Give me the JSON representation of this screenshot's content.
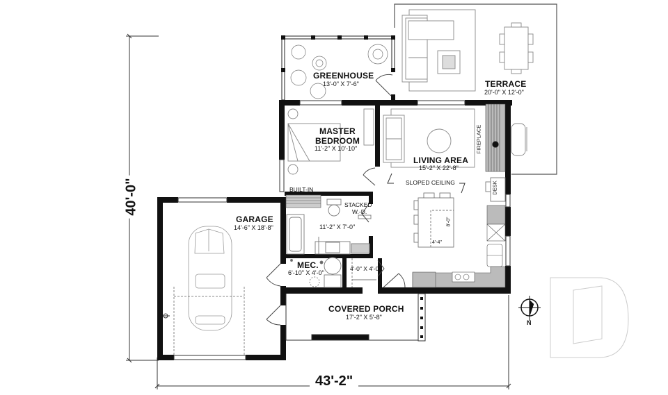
{
  "plan": {
    "overall_width": "43'-2\"",
    "overall_depth": "40'-0\"",
    "compass_label": "N"
  },
  "rooms": {
    "greenhouse": {
      "name": "GREENHOUSE",
      "dim": "13'-0\" X 7'-6\""
    },
    "terrace": {
      "name": "TERRACE",
      "dim": "20'-0\" X 12'-0\""
    },
    "master_bedroom": {
      "name_line1": "MASTER",
      "name_line2": "BEDROOM",
      "dim": "11'-2\" X 10'-10\""
    },
    "living_area": {
      "name": "LIVING AREA",
      "dim": "15'-2\" X 22'-8\""
    },
    "garage": {
      "name": "GARAGE",
      "dim": "14'-6\" X 18'-8\""
    },
    "bathroom": {
      "dim": "11'-2\" X 7'-0\""
    },
    "mec": {
      "name": "MEC.",
      "dim": "6'-10\" X 4'-0\""
    },
    "closet": {
      "dim": "4'-0\" X 4'-0\""
    },
    "covered_porch": {
      "name": "COVERED PORCH",
      "dim": "17'-2\" X 5'-8\""
    }
  },
  "labels": {
    "built_in": "BUILT-IN",
    "stacked_wd_line1": "STACKED",
    "stacked_wd_line2": "W.-D.",
    "sloped_ceiling": "SLOPED CEILING",
    "fireplace": "FIREPLACE",
    "desk": "DESK",
    "island_depth": "8'-0\"",
    "island_width": "4'-4\""
  },
  "colors": {
    "wall": "#111111",
    "line": "#555555",
    "furniture": "#888888",
    "watermark": "#cccccc"
  }
}
